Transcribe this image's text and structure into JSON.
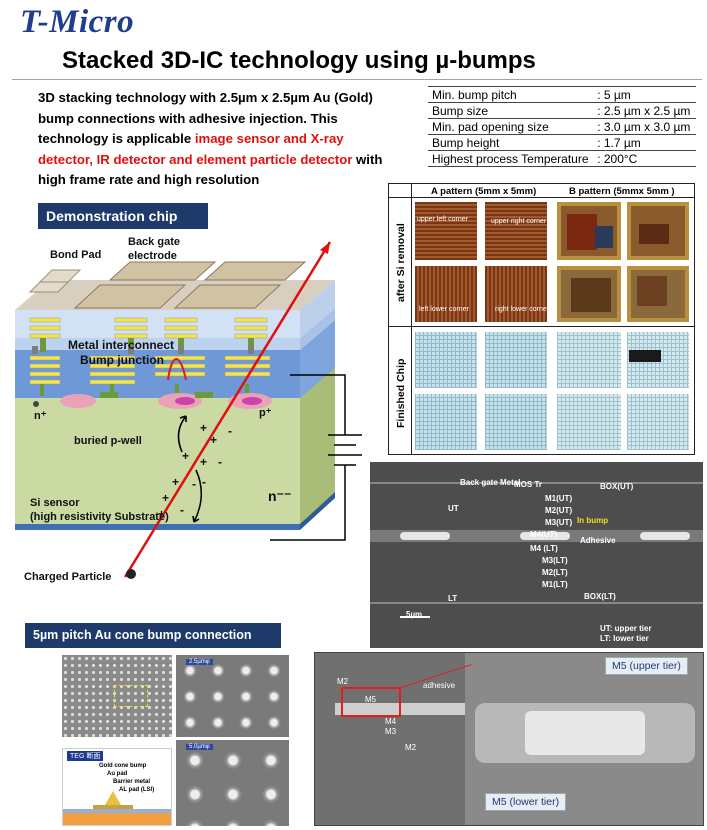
{
  "header": {
    "logo": "T-Micro",
    "title": "Stacked 3D-IC technology using µ-bumps"
  },
  "intro": {
    "part1": "3D stacking technology with 2.5µm x 2.5µm Au (Gold) bump connections with adhesive injection.  This technology is applicable ",
    "highlight": "image sensor and X-ray detector, IR detector  and element particle detector",
    "part2": " with high frame rate and high resolution"
  },
  "specs": [
    {
      "name": "Min. bump pitch",
      "value": ": 5 µm"
    },
    {
      "name": "Bump size",
      "value": ": 2.5 µm x 2.5 µm"
    },
    {
      "name": "Min. pad opening size",
      "value": ": 3.0 µm x 3.0 µm"
    },
    {
      "name": "Bump height",
      "value": ": 1.7 µm"
    },
    {
      "name": "Highest process Temperature",
      "value": ": 200°C"
    }
  ],
  "demo": {
    "section_label": "Demonstration chip",
    "labels": {
      "bond_pad": "Bond Pad",
      "back_gate": "Back gate\nelectrode",
      "metal_interconnect": "Metal interconnect",
      "bump_junction": "Bump junction",
      "n_plus": "n⁺",
      "p_plus": "p⁺",
      "buried_pwell": "buried p-well",
      "si_sensor": "Si sensor\n(high resistivity Substrate)",
      "n_minus": "n⁻⁻",
      "charged_particle": "Charged Particle"
    }
  },
  "pattern_grid": {
    "col_a": "A pattern (5mm x 5mm)",
    "col_b": "B pattern (5mmx 5mm )",
    "row1": "after Si removal",
    "row2": "Finished Chip",
    "corners": {
      "ul": "upper left corner",
      "ur": "upper right corner",
      "ll": "left lower corner",
      "lr": "right lower corner"
    }
  },
  "sem": {
    "back_gate": "Back gate Metal",
    "mos": "MOS Tr",
    "box_ut": "BOX(UT)",
    "ut": "UT",
    "m1ut": "M1(UT)",
    "m2ut": "M2(UT)",
    "m3ut": "M3(UT)",
    "in_bump": "In bump",
    "adhesive": "Adhesive",
    "m4ut": "M4(UT)",
    "m4lt": "M4 (LT)",
    "m3lt": "M3(LT)",
    "m2lt": "M2(LT)",
    "m1lt": "M1(LT)",
    "box_lt": "BOX(LT)",
    "lt": "LT",
    "scale": "5µm",
    "legend": "UT: upper tier\nLT: lower tier"
  },
  "cone": {
    "section_label": "5µm pitch Au cone bump connection",
    "scale1": "2.5µmφ",
    "scale2": "5.0µmφ",
    "teg": "TEG 断面",
    "teg_labels": [
      "Gold cone bump",
      "Au pad",
      "Barrier metal",
      "AL pad (LSI)"
    ],
    "cs_labels": {
      "m2a": "M2",
      "m5": "M5",
      "adhesive": "adhesive",
      "m4": "M4",
      "m3": "M3",
      "m2b": "M2"
    },
    "m5_upper": "M5 (upper tier)",
    "m5_lower": "M5 (lower tier)"
  }
}
